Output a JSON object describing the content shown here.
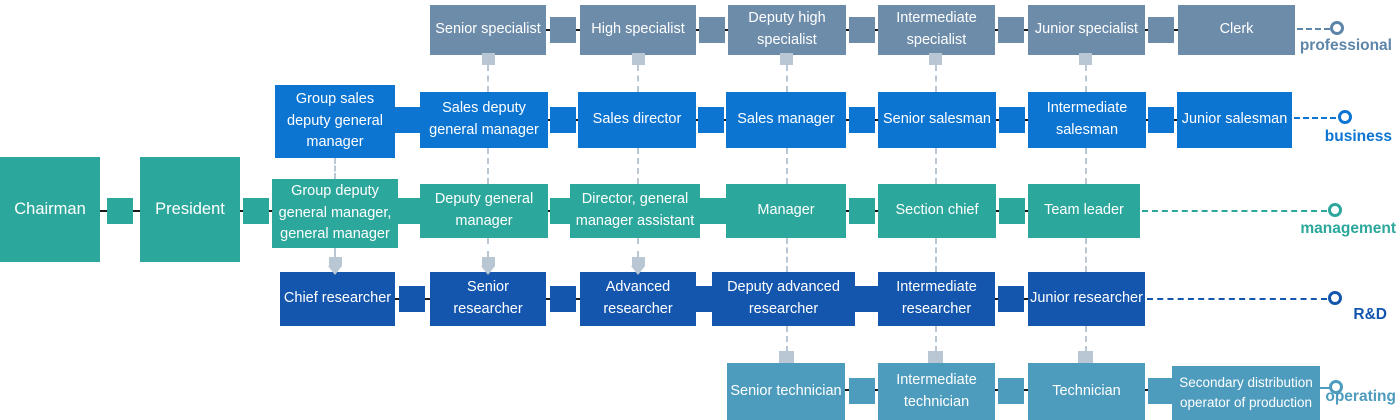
{
  "rows": {
    "professional": {
      "track_label": "professional",
      "color": "#6d8caa",
      "boxes": [
        "Senior specialist",
        "High specialist",
        "Deputy high specialist",
        "Intermediate specialist",
        "Junior specialist",
        "Clerk"
      ]
    },
    "business": {
      "track_label": "business",
      "color": "#0c75d2",
      "boxes": [
        "Group sales deputy general manager",
        "Sales deputy general manager",
        "Sales director",
        "Sales manager",
        "Senior salesman",
        "Intermediate salesman",
        "Junior salesman"
      ]
    },
    "management": {
      "track_label": "management",
      "color": "#2ca79c",
      "boxes": [
        "Chairman",
        "President",
        "Group deputy general manager, general manager",
        "Deputy general manager",
        "Director, general manager assistant",
        "Manager",
        "Section chief",
        "Team leader"
      ]
    },
    "rnd": {
      "track_label": "R&D",
      "color": "#1456ae",
      "boxes": [
        "Chief researcher",
        "Senior researcher",
        "Advanced researcher",
        "Deputy advanced researcher",
        "Intermediate researcher",
        "Junior researcher"
      ]
    },
    "operating": {
      "track_label": "operating",
      "color": "#4d9cbe",
      "boxes": [
        "Senior technician",
        "Intermediate technician",
        "Technician",
        "Secondary distribution operator of production"
      ]
    }
  }
}
